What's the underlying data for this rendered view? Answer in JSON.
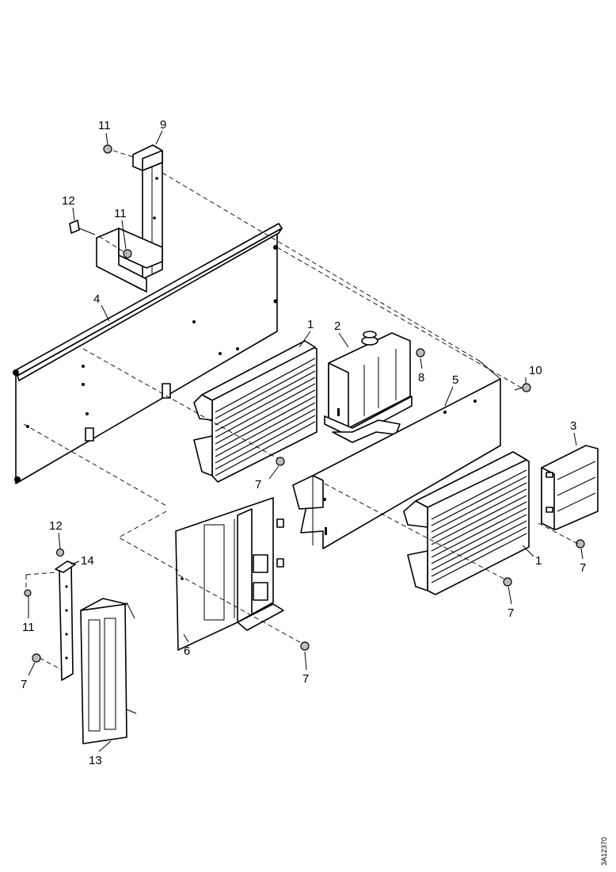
{
  "figure": {
    "id": "3A12370"
  },
  "callouts": [
    {
      "key": "c1",
      "text": "11"
    },
    {
      "key": "c2",
      "text": "9"
    },
    {
      "key": "c3",
      "text": "12"
    },
    {
      "key": "c4",
      "text": "11"
    },
    {
      "key": "c5",
      "text": "4"
    },
    {
      "key": "c6",
      "text": "1"
    },
    {
      "key": "c7",
      "text": "2"
    },
    {
      "key": "c8",
      "text": "8"
    },
    {
      "key": "c9",
      "text": "10"
    },
    {
      "key": "c10",
      "text": "5"
    },
    {
      "key": "c11",
      "text": "3"
    },
    {
      "key": "c12",
      "text": "7"
    },
    {
      "key": "c13",
      "text": "1"
    },
    {
      "key": "c14",
      "text": "7"
    },
    {
      "key": "c15",
      "text": "7"
    },
    {
      "key": "c16",
      "text": "12"
    },
    {
      "key": "c17",
      "text": "14"
    },
    {
      "key": "c18",
      "text": "11"
    },
    {
      "key": "c19",
      "text": "7"
    },
    {
      "key": "c20",
      "text": "6"
    },
    {
      "key": "c21",
      "text": "7"
    },
    {
      "key": "c22",
      "text": "13"
    }
  ]
}
